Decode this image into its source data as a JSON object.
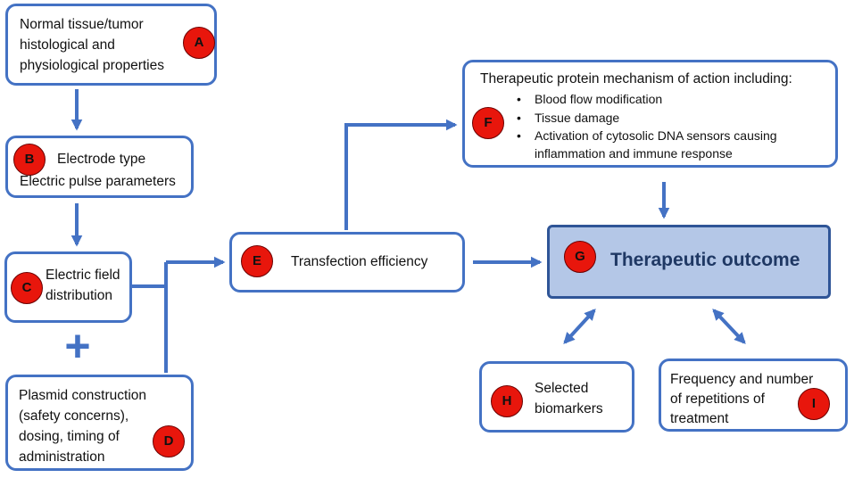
{
  "nodes": {
    "A": {
      "badge": "A",
      "lines": [
        "Normal tissue/tumor",
        "histological and",
        "physiological properties"
      ]
    },
    "B": {
      "badge": "B",
      "lines": [
        "Electrode type",
        "Electric pulse parameters"
      ]
    },
    "C": {
      "badge": "C",
      "lines": [
        "Electric field",
        "distribution"
      ]
    },
    "D": {
      "badge": "D",
      "lines": [
        "Plasmid construction",
        "(safety concerns),",
        "dosing, timing of",
        "administration"
      ]
    },
    "E": {
      "badge": "E",
      "lines": [
        "Transfection efficiency"
      ]
    },
    "F": {
      "badge": "F",
      "title": "Therapeutic protein mechanism of action including:",
      "bullets": [
        "Blood flow modification",
        "Tissue damage",
        "Activation of cytosolic DNA sensors causing",
        "inflammation and immune response"
      ]
    },
    "G": {
      "badge": "G",
      "label": "Therapeutic outcome"
    },
    "H": {
      "badge": "H",
      "lines": [
        "Selected",
        "biomarkers"
      ]
    },
    "I": {
      "badge": "I",
      "lines": [
        "Frequency and number",
        "of repetitions of",
        "treatment"
      ]
    }
  },
  "plus_symbol": "+",
  "colors": {
    "border": "#4472c4",
    "arrow": "#4472c4",
    "badge": "#e8160c",
    "outcome_fill": "#b4c7e7",
    "outcome_border": "#2f5597",
    "outcome_text": "#1f3864"
  }
}
